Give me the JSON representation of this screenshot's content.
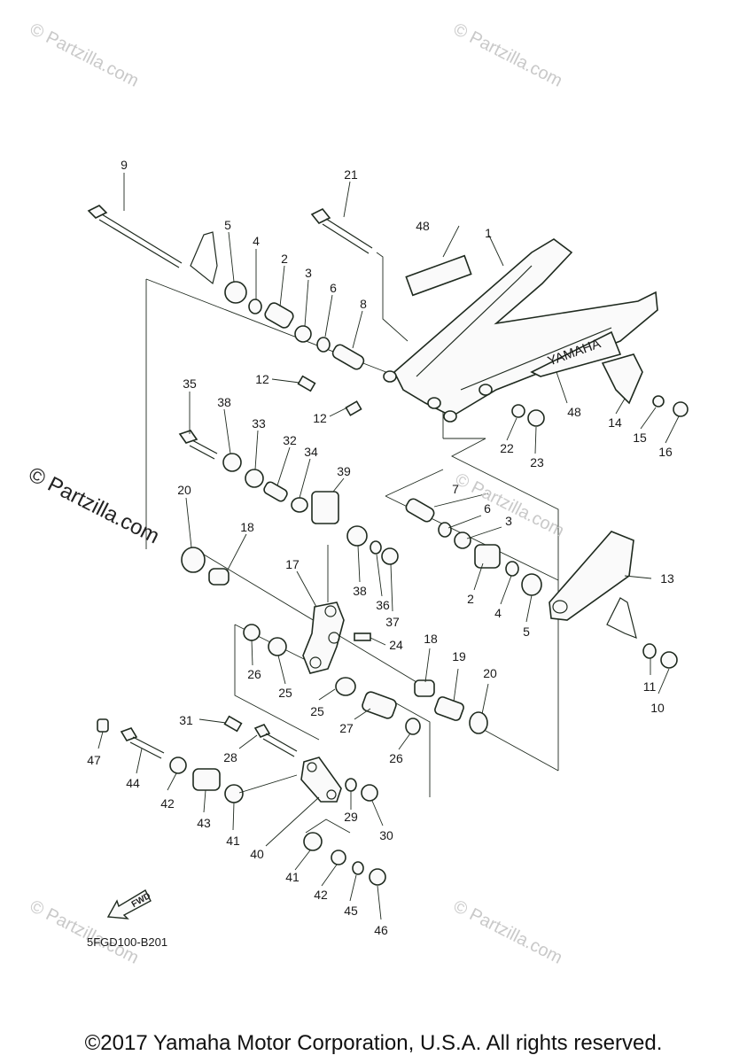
{
  "watermarks": [
    "© Partzilla.com",
    "© Partzilla.com",
    "© Partzilla.com",
    "© Partzilla.com",
    "© Partzilla.com",
    "© Partzilla.com"
  ],
  "watermark_main": "© Partzilla.com",
  "swingarm_brand": "YAMAHA",
  "fwd_label": "FWD",
  "diagram_code": "5FGD100-B201",
  "copyright": "©2017 Yamaha Motor Corporation, U.S.A. All rights reserved.",
  "callouts": [
    "9",
    "21",
    "48",
    "1",
    "5",
    "4",
    "2",
    "3",
    "6",
    "8",
    "12",
    "12",
    "35",
    "38",
    "33",
    "32",
    "34",
    "39",
    "22",
    "23",
    "48",
    "14",
    "15",
    "16",
    "7",
    "6",
    "3",
    "20",
    "18",
    "17",
    "38",
    "36",
    "37",
    "2",
    "4",
    "5",
    "13",
    "24",
    "26",
    "25",
    "25",
    "18",
    "19",
    "20",
    "27",
    "26",
    "11",
    "10",
    "31",
    "47",
    "28",
    "44",
    "42",
    "43",
    "41",
    "40",
    "29",
    "30",
    "41",
    "42",
    "45",
    "46"
  ]
}
